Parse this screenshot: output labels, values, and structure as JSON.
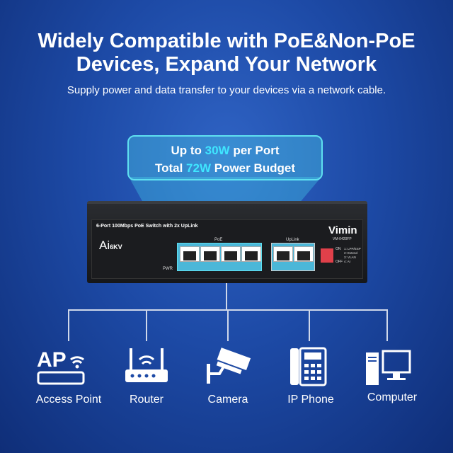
{
  "headline": {
    "line1": "Widely Compatible with PoE&Non-PoE",
    "line2": "Devices, Expand Your Network",
    "subtitle": "Supply power and data transfer to your devices via a network cable."
  },
  "callout": {
    "l1_pre": "Up to ",
    "l1_hl": "30W",
    "l1_post": " per Port",
    "l2_pre": "Total ",
    "l2_hl": "72W",
    "l2_post": " Power Budget"
  },
  "switch": {
    "description": "6-Port 100Mbps PoE Switch with 2x UpLink",
    "brand": "Vimin",
    "model": "VM-0420FP",
    "ai": "Ai",
    "kv": "6KV",
    "poe_label": "PoE",
    "uplink_label": "UpLink",
    "pwr": "PWR",
    "on": "ON",
    "off": "OFF",
    "dip_options": [
      "1: LPP/ESP",
      "2: Extend",
      "3: VLAN",
      "4: AI"
    ]
  },
  "devices": [
    {
      "label": "Access Point",
      "icon": "access-point-icon",
      "icon_text": "AP"
    },
    {
      "label": "Router",
      "icon": "router-icon"
    },
    {
      "label": "Camera",
      "icon": "camera-icon"
    },
    {
      "label": "IP Phone",
      "icon": "ip-phone-icon"
    },
    {
      "label": "Computer",
      "icon": "computer-icon"
    }
  ],
  "colors": {
    "accent": "#3fe6ff",
    "background": "#1d4aa6"
  }
}
